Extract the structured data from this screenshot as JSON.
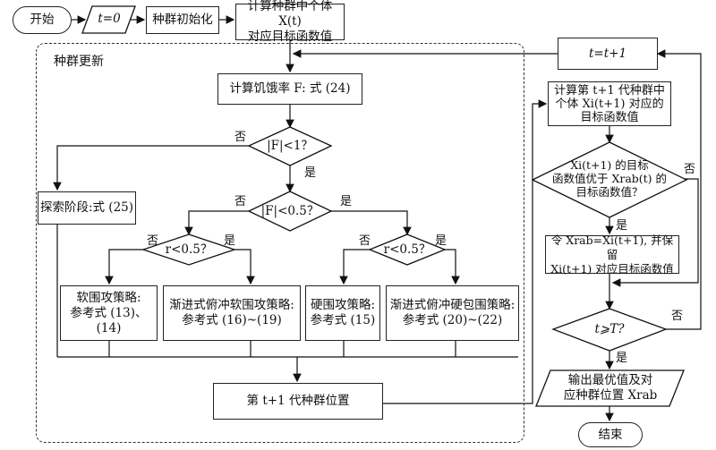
{
  "nodes": {
    "start": "开始",
    "t0": "t=0",
    "init": "种群初始化",
    "calc1_l1": "计算种群中个体 X(t)",
    "calc1_l2": "对应目标函数值",
    "group_label": "种群更新",
    "hunger": "计算饥饿率 F: 式 (24)",
    "dec_f1": "|F|<1？",
    "explore": "探索阶段:式 (25)",
    "dec_f05": "|F|<0.5？",
    "dec_r_left": "r<0.5？",
    "dec_r_right": "r<0.5？",
    "soft_l1": "软围攻策略:",
    "soft_l2": "参考式 (13)、(14)",
    "prog_soft_l1": "渐进式俯冲软围攻策略:",
    "prog_soft_l2": "参考式 (16)~(19)",
    "hard_l1": "硬围攻策略:",
    "hard_l2": "参考式 (15)",
    "prog_hard_l1": "渐进式俯冲硬包围策略:",
    "prog_hard_l2": "参考式 (20)~(22)",
    "next_pos": "第 t+1 代种群位置",
    "t_inc": "t=t+1",
    "calc2_l1": "计算第 t+1 代种群中",
    "calc2_l2": "个体 Xi(t+1) 对应的",
    "calc2_l3": "目标函数值",
    "dec_better_l1": "Xi(t+1) 的目标",
    "dec_better_l2": "函数值优于 Xrab(t) 的",
    "dec_better_l3": "目标函数值？",
    "update_l1": "令 Xrab=Xi(t+1), 并保留",
    "update_l2": "Xi(t+1) 对应目标函数值",
    "dec_tT": "t⩾T?",
    "output_l1": "输出最优值及对",
    "output_l2": "应种群位置 Xrab",
    "end": "结束"
  },
  "labels": {
    "yes": "是",
    "no": "否"
  }
}
